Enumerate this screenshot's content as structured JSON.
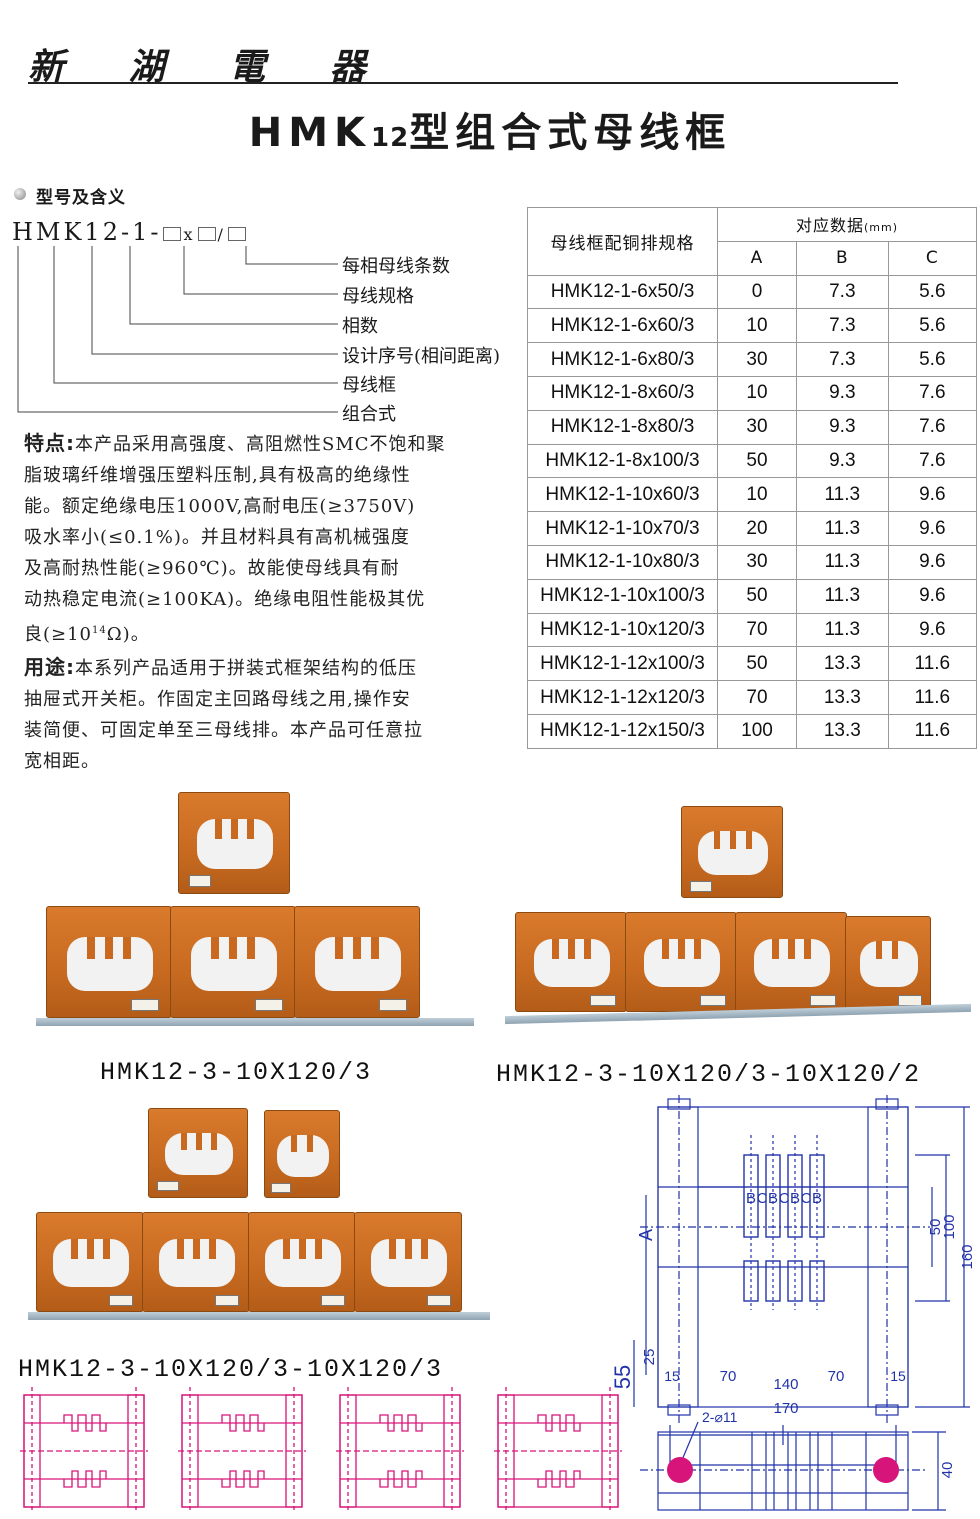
{
  "header": {
    "brand": "新 湖 電 器",
    "title_prefix": "HMK",
    "title_num": "12",
    "title_suffix": "型组合式母线框"
  },
  "model_section": {
    "title": "型号及含义",
    "code_main": "HMK12-1-",
    "code_x": "x",
    "code_slash": "/",
    "legend": [
      "每相母线条数",
      "母线规格",
      "相数",
      "设计序号(相间距离)",
      "母线框",
      "组合式"
    ]
  },
  "features": {
    "label": "特点:",
    "text1": "本产品采用高强度、高阻燃性SMC不饱和聚",
    "text2": "脂玻璃纤维增强压塑料压制,具有极高的绝缘性",
    "text3": "能。额定绝缘电压1000V,高耐电压(≥3750V)",
    "text4": "吸水率小(≤0.1%)。并且材料具有高机械强度",
    "text5": "及高耐热性能(≥960℃)。故能使母线具有耐",
    "text6": "动热稳定电流(≥100KA)。绝缘电阻性能极其优",
    "text7_a": "良(≥10",
    "text7_sup": "14",
    "text7_b": "Ω)。"
  },
  "usage": {
    "label": "用途:",
    "text1": "本系列产品适用于拼装式框架结构的低压",
    "text2": "抽屉式开关柜。作固定主回路母线之用,操作安",
    "text3": "装简便、可固定单至三母线排。本产品可任意拉",
    "text4": "宽相距。"
  },
  "table": {
    "col1_header": "母线框配铜排规格",
    "group_header": "对应数据",
    "group_unit": "(mm)",
    "col_a": "A",
    "col_b": "B",
    "col_c": "C",
    "rows": [
      [
        "HMK12-1-6x50/3",
        "0",
        "7.3",
        "5.6"
      ],
      [
        "HMK12-1-6x60/3",
        "10",
        "7.3",
        "5.6"
      ],
      [
        "HMK12-1-6x80/3",
        "30",
        "7.3",
        "5.6"
      ],
      [
        "HMK12-1-8x60/3",
        "10",
        "9.3",
        "7.6"
      ],
      [
        "HMK12-1-8x80/3",
        "30",
        "9.3",
        "7.6"
      ],
      [
        "HMK12-1-8x100/3",
        "50",
        "9.3",
        "7.6"
      ],
      [
        "HMK12-1-10x60/3",
        "10",
        "11.3",
        "9.6"
      ],
      [
        "HMK12-1-10x70/3",
        "20",
        "11.3",
        "9.6"
      ],
      [
        "HMK12-1-10x80/3",
        "30",
        "11.3",
        "9.6"
      ],
      [
        "HMK12-1-10x100/3",
        "50",
        "11.3",
        "9.6"
      ],
      [
        "HMK12-1-10x120/3",
        "70",
        "11.3",
        "9.6"
      ],
      [
        "HMK12-1-12x100/3",
        "50",
        "13.3",
        "11.6"
      ],
      [
        "HMK12-1-12x120/3",
        "70",
        "13.3",
        "11.6"
      ],
      [
        "HMK12-1-12x150/3",
        "100",
        "13.3",
        "11.6"
      ]
    ]
  },
  "captions": {
    "photo1": "HMK12-3-10X120/3",
    "photo2": "HMK12-3-10X120/3-10X120/2",
    "photo3": "HMK12-3-10X120/3-10X120/3"
  },
  "drawing": {
    "b_label": "B",
    "c_label": "C",
    "a_label": "A",
    "dim_50": "50",
    "dim_100": "100",
    "dim_160": "160",
    "dim_55": "55",
    "dim_25": "25",
    "dim_15": "15",
    "dim_70": "70",
    "dim_140": "140",
    "dim_170": "170",
    "dim_40": "40",
    "hole_label": "2-⌀11"
  },
  "colors": {
    "product_orange": "#c96a1f",
    "diagram_blue": "#2233aa",
    "diagram_magenta": "#d6147a",
    "base_steel": "#a9bcc9"
  }
}
